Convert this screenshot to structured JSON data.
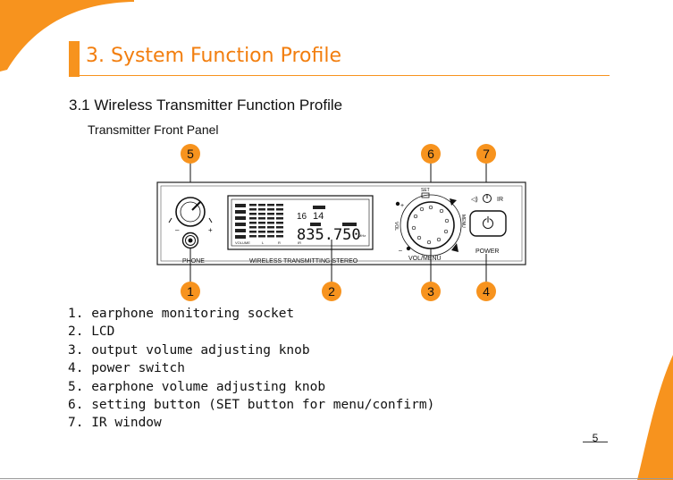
{
  "page": {
    "title": "3. System Function Profile",
    "section_heading": "3.1 Wireless Transmitter Function Profile",
    "panel_label": "Transmitter Front Panel",
    "page_number": "5"
  },
  "colors": {
    "accent": "#f7931e",
    "marker": "#f7931e",
    "text": "#111111"
  },
  "device": {
    "phone_label": "PHONE",
    "minus_label": "–",
    "plus_label": "+",
    "lcd_caption": "WIRELESS TRANSMITTING STEREO",
    "lcd_channel_small": "16",
    "lcd_channel_big": "14",
    "lcd_frequency": "835.750",
    "lcd_unit": "MHz",
    "lcd_volume_label": "VOLUME",
    "lcd_l": "L",
    "lcd_r": "R",
    "lcd_ir": "IR",
    "knob_set_label": "SET",
    "knob_vol_side": "VOL",
    "knob_menu_side": "MENU",
    "knob_caption": "VOL/MENU",
    "power_caption": "POWER",
    "ir_label": "IR"
  },
  "markers": [
    {
      "number": "5"
    },
    {
      "number": "6"
    },
    {
      "number": "7"
    },
    {
      "number": "1"
    },
    {
      "number": "2"
    },
    {
      "number": "3"
    },
    {
      "number": "4"
    }
  ],
  "items": [
    "1. earphone monitoring socket",
    "2. LCD",
    "3. output volume adjusting knob",
    "4. power switch",
    "5. earphone volume adjusting knob",
    "6. setting button (SET button for menu/confirm)",
    "7. IR window"
  ]
}
